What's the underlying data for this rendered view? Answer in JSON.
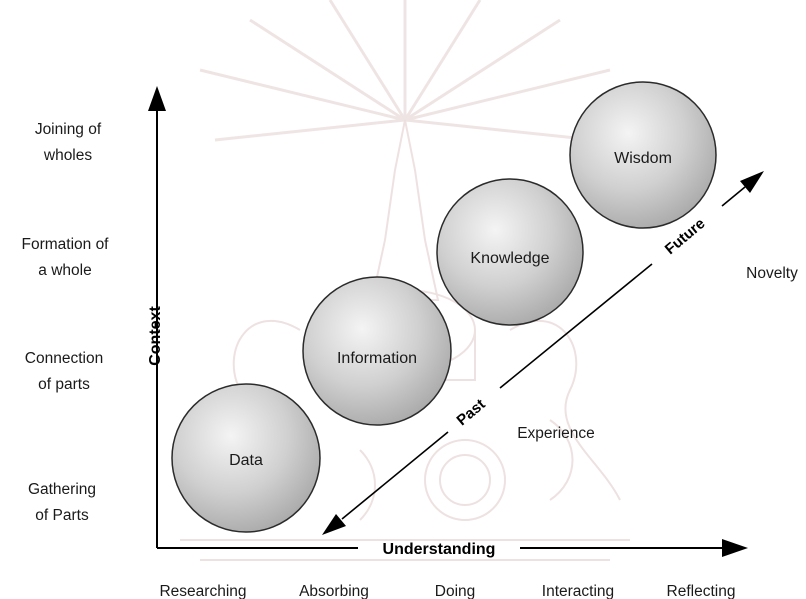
{
  "axes": {
    "x_label": "Understanding",
    "y_label": "Context"
  },
  "y_levels": [
    [
      "Joining of",
      "wholes"
    ],
    [
      "Formation of",
      "a whole"
    ],
    [
      "Connection",
      "of parts"
    ],
    [
      "Gathering",
      "of Parts"
    ]
  ],
  "x_levels": [
    "Researching",
    "Absorbing",
    "Doing",
    "Interacting",
    "Reflecting"
  ],
  "stages": [
    "Data",
    "Information",
    "Knowledge",
    "Wisdom"
  ],
  "timeline": {
    "past_label": "Past",
    "future_label": "Future"
  },
  "annotations": {
    "experience": "Experience",
    "novelty": "Novelty"
  },
  "colors": {
    "sphere_light": "#f4f4f4",
    "sphere_dark": "#a8a8a8",
    "sphere_stroke": "#2b2b2b",
    "axis": "#000000",
    "watermark": "#f0e6e6"
  }
}
